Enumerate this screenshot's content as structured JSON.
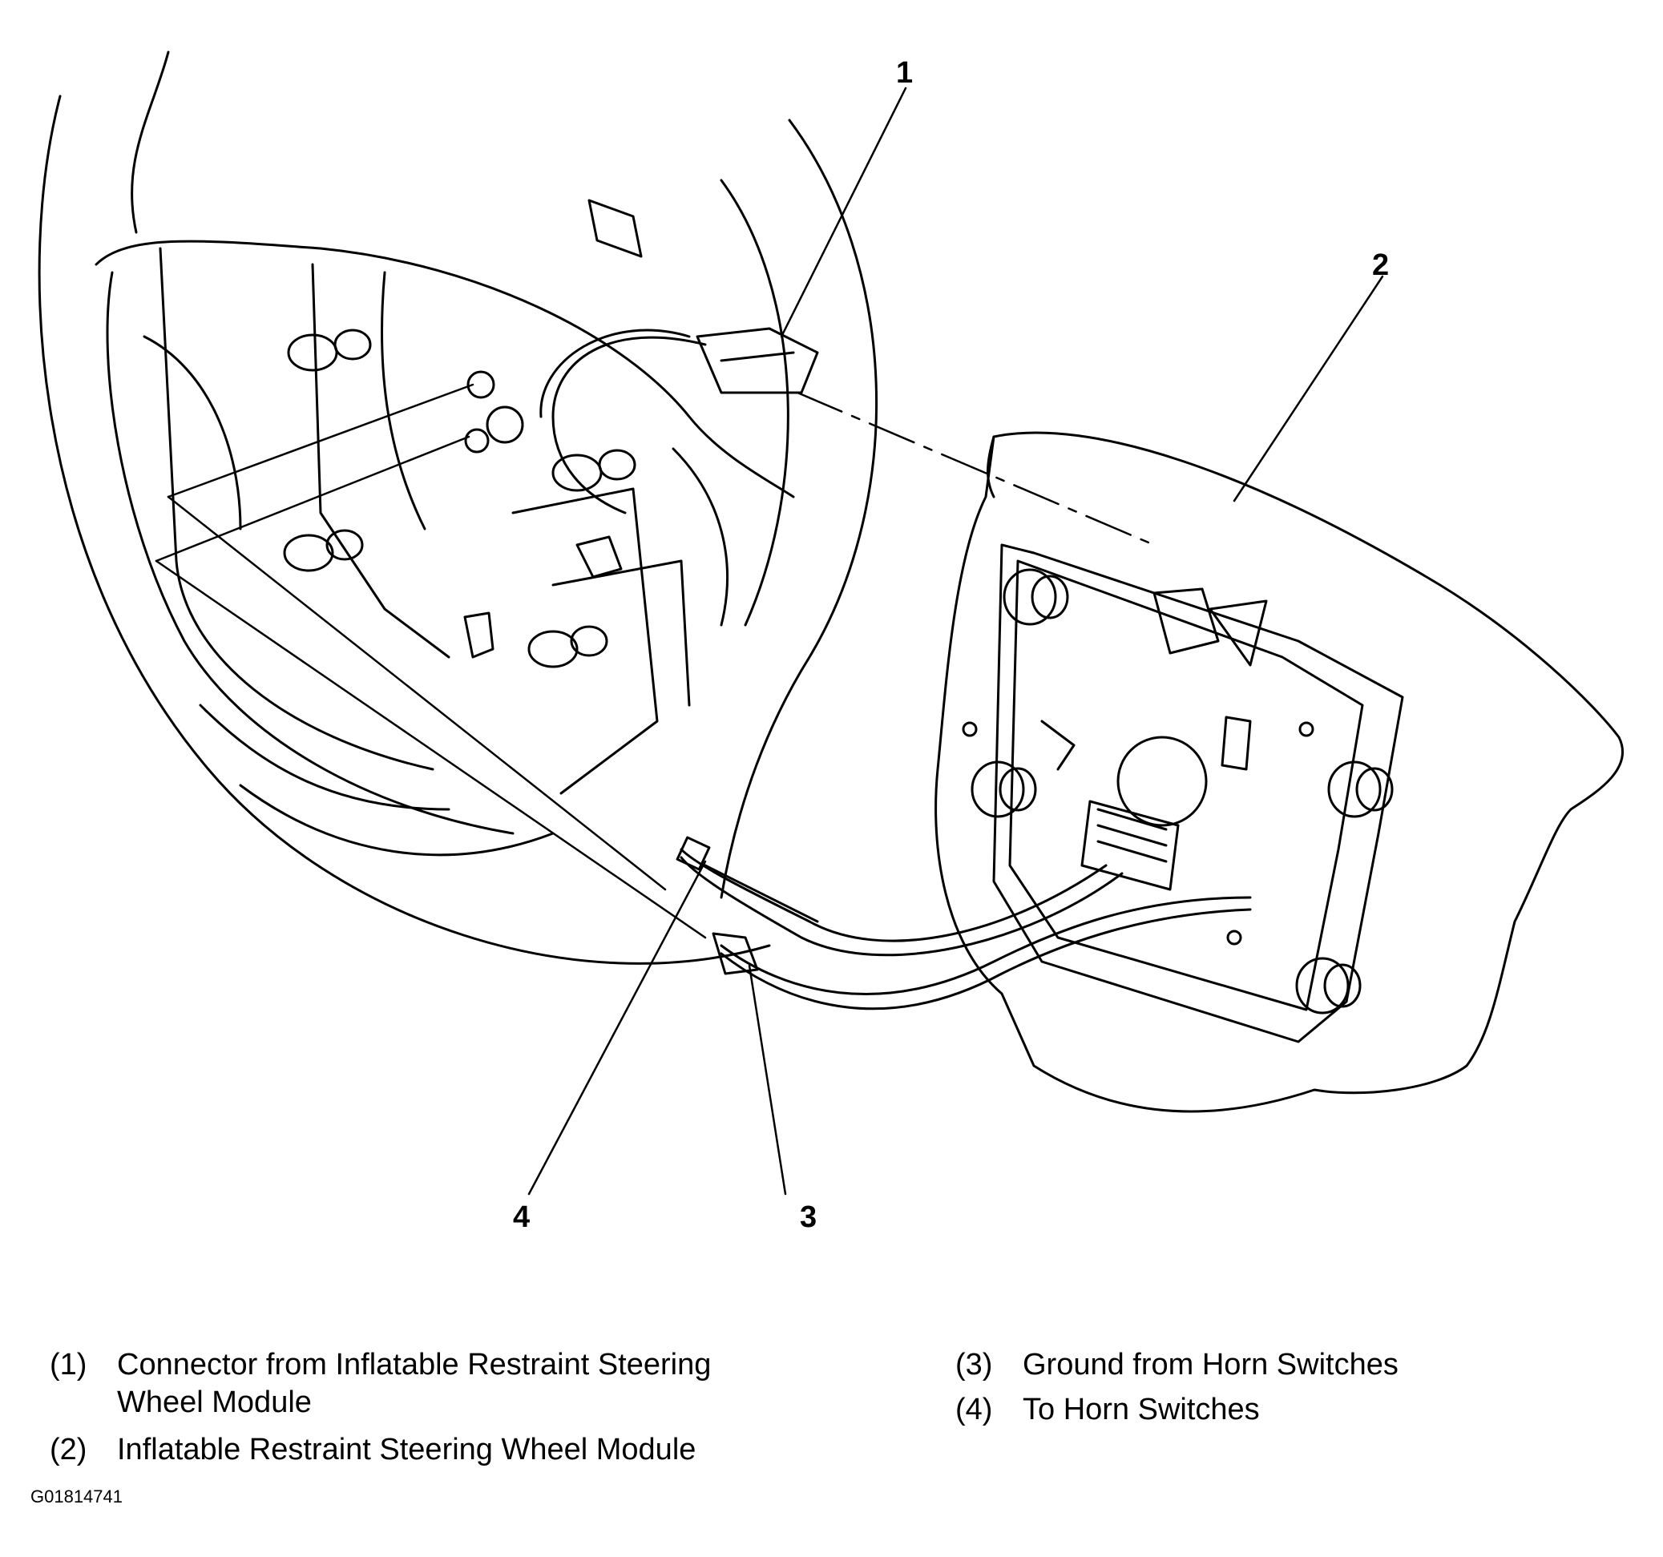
{
  "callouts": [
    "1",
    "2",
    "3",
    "4"
  ],
  "legend": [
    {
      "num": "(1)",
      "text": "Connector from Inflatable Restraint Steering Wheel Module"
    },
    {
      "num": "(2)",
      "text": "Inflatable Restraint Steering Wheel Module"
    },
    {
      "num": "(3)",
      "text": "Ground from Horn Switches"
    },
    {
      "num": "(4)",
      "text": "To Horn Switches"
    }
  ],
  "figure_id": "G01814741",
  "colors": {
    "line": "#000000",
    "background": "#ffffff"
  }
}
